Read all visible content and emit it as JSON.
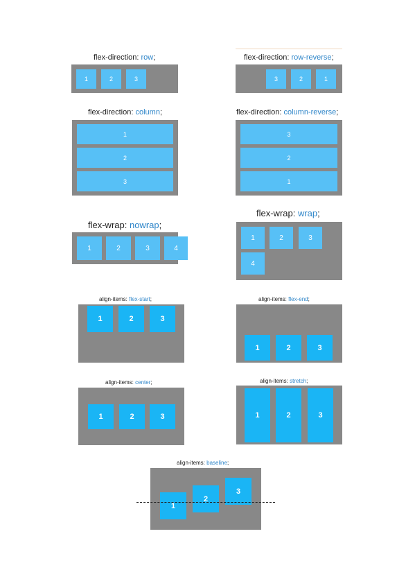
{
  "diagrams": [
    {
      "prop": "flex-direction: ",
      "value": "row",
      "semi": ";",
      "items": [
        "1",
        "2",
        "3"
      ]
    },
    {
      "prop": "flex-direction: ",
      "value": "row-reverse",
      "semi": ";",
      "items": [
        "3",
        "2",
        "1"
      ]
    },
    {
      "prop": "flex-direction: ",
      "value": "column",
      "semi": ";",
      "items": [
        "1",
        "2",
        "3"
      ]
    },
    {
      "prop": "flex-direction: ",
      "value": "column-reverse",
      "semi": ";",
      "items": [
        "3",
        "2",
        "1"
      ]
    },
    {
      "prop": "flex-wrap: ",
      "value": "nowrap",
      "semi": ";",
      "items": [
        "1",
        "2",
        "3",
        "4"
      ]
    },
    {
      "prop": "flex-wrap: ",
      "value": "wrap",
      "semi": ";",
      "items": [
        "1",
        "2",
        "3",
        "4"
      ]
    },
    {
      "prop": "align-items: ",
      "value": "flex-start",
      "semi": ";",
      "items": [
        "1",
        "2",
        "3"
      ]
    },
    {
      "prop": "align-items: ",
      "value": "flex-end",
      "semi": ";",
      "items": [
        "1",
        "2",
        "3"
      ]
    },
    {
      "prop": "align-items: ",
      "value": "center",
      "semi": ";",
      "items": [
        "1",
        "2",
        "3"
      ]
    },
    {
      "prop": "align-items: ",
      "value": "stretch",
      "semi": ";",
      "items": [
        "1",
        "2",
        "3"
      ]
    },
    {
      "prop": "align-items: ",
      "value": "baseline",
      "semi": ";",
      "items": [
        "1",
        "2",
        "3"
      ]
    }
  ],
  "colors": {
    "container": "#888888",
    "item": "#1ab5f5",
    "value_text": "#2f86c9"
  }
}
